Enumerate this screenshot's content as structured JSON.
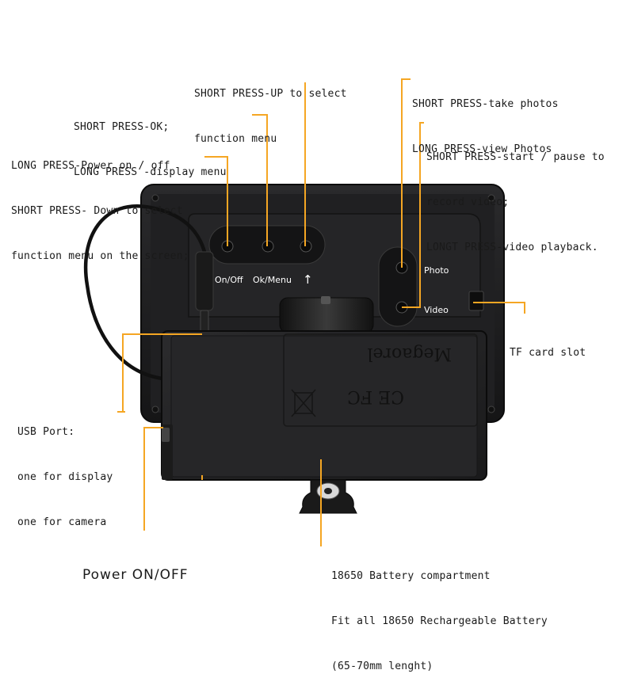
{
  "callouts": {
    "up": {
      "line1": "SHORT PRESS-UP to select",
      "line2": "function menu"
    },
    "ok": {
      "line1": "SHORT PRESS-OK;",
      "line2": "LONG PRESS -display menu"
    },
    "power": {
      "line1": "LONG PRESS-Power on / off",
      "line2": "SHORT PRESS- Down to select",
      "line3": "function menu on the screen;"
    },
    "photo": {
      "line1": "SHORT PRESS-take photos",
      "line2": "LONG PRESS-view Photos"
    },
    "video": {
      "line1": "SHORT PRESS-start / pause to",
      "line2": "record video;",
      "line3": "LONGT PRESS-video playback."
    },
    "tf": {
      "line1": "TF card slot"
    },
    "usb": {
      "line1": "USB Port:",
      "line2": "one for display",
      "line3": "one for camera"
    },
    "power_switch": {
      "line1": "Power ON/OFF"
    },
    "battery": {
      "line1": "18650 Battery compartment",
      "line2": "Fit all 18650 Rechargeable Battery",
      "line3": "(65-70mm lenght)"
    }
  },
  "device": {
    "button_labels": {
      "onoff": "On/Off",
      "okmenu": "Ok/Menu",
      "up": "↑",
      "photo": "Photo",
      "video": "Video"
    },
    "brand": "Megaorel",
    "cert_marks": "CE FC"
  },
  "colors": {
    "callout_line": "#f5a623",
    "device_body": "#1c1c1e",
    "battery_box": "#222224"
  }
}
